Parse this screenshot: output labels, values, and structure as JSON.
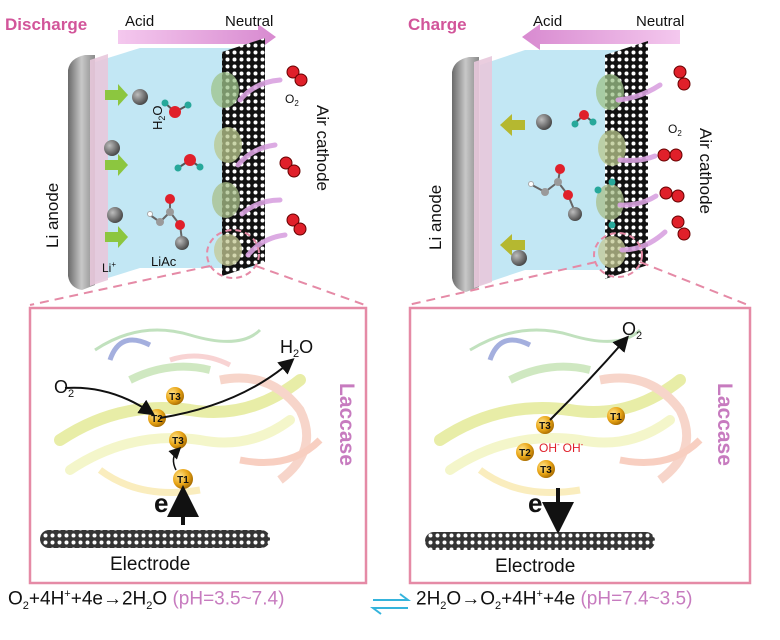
{
  "left_panel": {
    "mode": "Discharge",
    "acid_label": "Acid",
    "neutral_label": "Neutral",
    "anode_label": "Li anode",
    "cathode_label": "Air cathode",
    "species": {
      "water": "H",
      "water_sub": "2",
      "water_tail": "O",
      "oxygen": "O",
      "oxygen_sub": "2",
      "lithium_ion": "Li",
      "lithium_sup": "+",
      "lithium_acetate": "LiAc"
    }
  },
  "right_panel": {
    "mode": "Charge",
    "acid_label": "Acid",
    "neutral_label": "Neutral",
    "anode_label": "Li anode",
    "cathode_label": "Air cathode",
    "species": {
      "oxygen": "O",
      "oxygen_sub": "2"
    }
  },
  "left_zoom": {
    "enzyme_label": "Laccase",
    "electrode_label": "Electrode",
    "electron_label": "e",
    "input_o": "O",
    "input_sub": "2",
    "output_h": "H",
    "output_sub": "2",
    "output_o": "O",
    "copper_sites": [
      "T3",
      "T2",
      "T3",
      "T1"
    ]
  },
  "right_zoom": {
    "enzyme_label": "Laccase",
    "electrode_label": "Electrode",
    "electron_label": "e",
    "output_o": "O",
    "output_sub": "2",
    "hydroxide": "OH",
    "hydroxide_sup": "-",
    "copper_sites": [
      "T3",
      "T1",
      "T2",
      "T3"
    ]
  },
  "equations": {
    "discharge": {
      "parts": [
        "O",
        "2",
        "+4H",
        "+",
        "+4e→2H",
        "2",
        "O"
      ],
      "ph": "(pH=3.5~7.4)"
    },
    "charge": {
      "parts": [
        "2H",
        "2",
        "O→O",
        "2",
        "+4H",
        "+",
        "+4e"
      ],
      "ph": "(pH=7.4~3.5)"
    }
  },
  "colors": {
    "mode_label": "#d2559a",
    "laccase_label": "#c77bbf",
    "electrolyte": "#bfe6f3",
    "dash": "#e58aa6",
    "arrow_pink": "#e2a0d8",
    "li_arrow_green": "#8cc63f",
    "li_arrow_olive": "#b5b830",
    "copper": "#e0a010",
    "reversible_arrow": "#35b4dc"
  }
}
